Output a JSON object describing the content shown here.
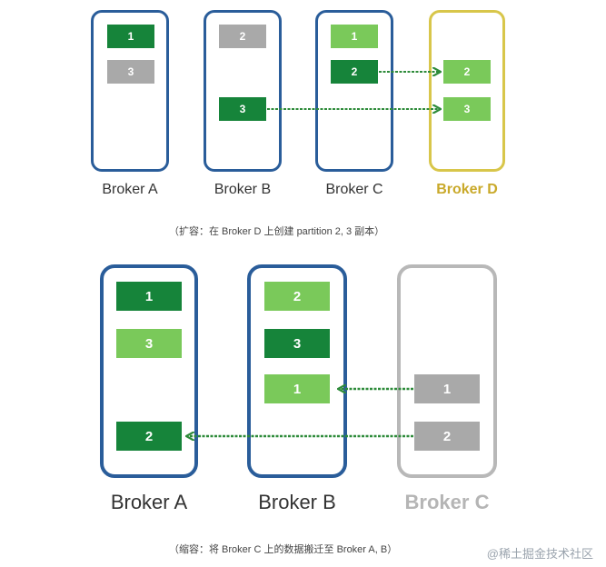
{
  "top": {
    "brokers": [
      {
        "label": "Broker A",
        "style": "blue",
        "partitions": [
          {
            "id": "1",
            "color": "dark"
          },
          {
            "id": "3",
            "color": "gray"
          }
        ]
      },
      {
        "label": "Broker B",
        "style": "blue",
        "partitions": [
          {
            "id": "2",
            "color": "gray"
          },
          {
            "id": "3",
            "color": "dark"
          }
        ]
      },
      {
        "label": "Broker C",
        "style": "blue",
        "partitions": [
          {
            "id": "1",
            "color": "light"
          },
          {
            "id": "2",
            "color": "dark"
          }
        ]
      },
      {
        "label": "Broker D",
        "style": "gold",
        "partitions": [
          {
            "id": "2",
            "color": "light"
          },
          {
            "id": "3",
            "color": "light"
          }
        ]
      }
    ],
    "caption": "（扩容：在 Broker D 上创建 partition 2, 3 副本）"
  },
  "bottom": {
    "brokers": [
      {
        "label": "Broker A",
        "style": "blue",
        "partitions": [
          {
            "id": "1",
            "color": "dark"
          },
          {
            "id": "3",
            "color": "light"
          },
          {
            "id": "2",
            "color": "dark"
          }
        ]
      },
      {
        "label": "Broker B",
        "style": "blue",
        "partitions": [
          {
            "id": "2",
            "color": "light"
          },
          {
            "id": "3",
            "color": "dark"
          },
          {
            "id": "1",
            "color": "light"
          }
        ]
      },
      {
        "label": "Broker C",
        "style": "gray",
        "partitions": [
          {
            "id": "1",
            "color": "gray"
          },
          {
            "id": "2",
            "color": "gray"
          }
        ]
      }
    ],
    "caption": "（缩容：将 Broker C 上的数据搬迁至 Broker A, B）"
  },
  "watermark": "@稀土掘金技术社区",
  "colors": {
    "arrow": "#2e8b3a",
    "dark": "#16843a",
    "light": "#7ac95a",
    "gray": "#a9a9a9",
    "blue": "#2a5d9a",
    "gold": "#d8c64a"
  }
}
